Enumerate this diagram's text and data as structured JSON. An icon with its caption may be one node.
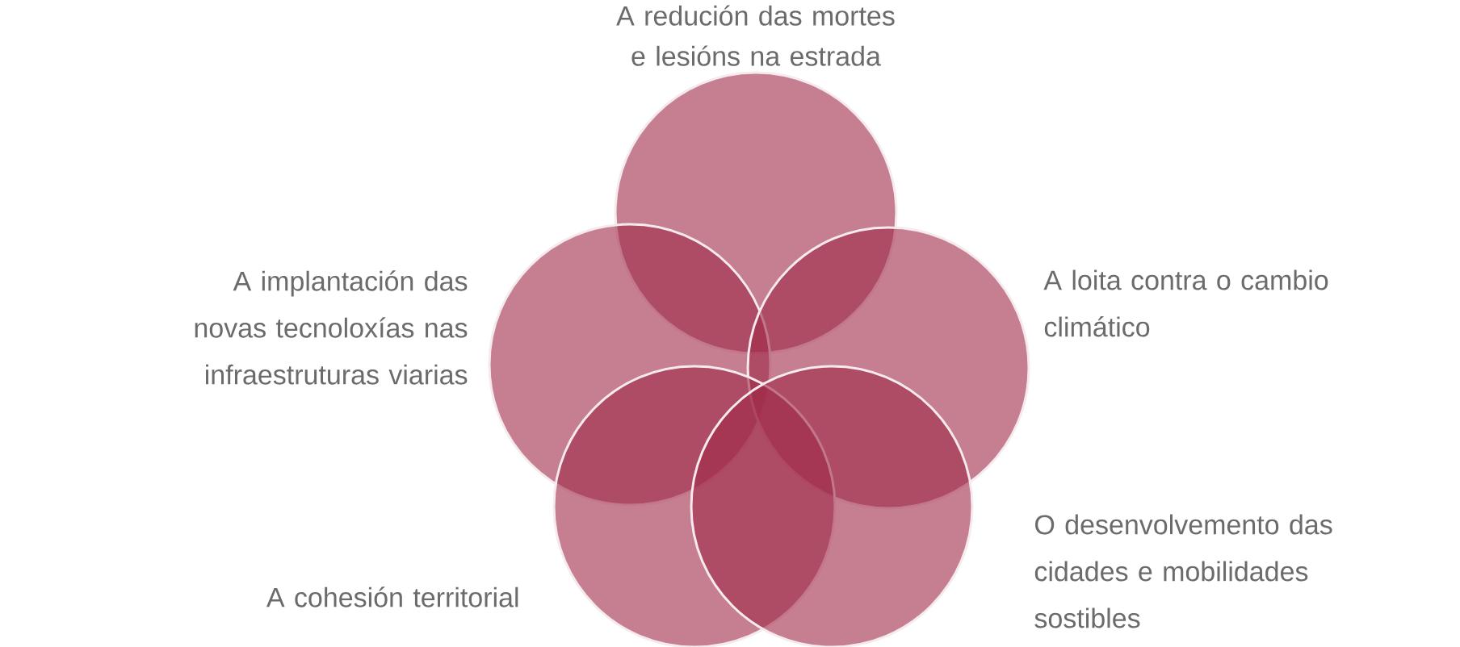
{
  "diagram": {
    "nodes": [
      {
        "text": [
          "A redución das mortes e lesións na estrada"
        ]
      },
      {
        "text": [
          "A implantación das novas tecnoloxías nas infraestruturas viarias"
        ]
      },
      {
        "text": [
          "A loita contra o cambio climático"
        ]
      },
      {
        "text": [
          "A cohesión territorial"
        ]
      },
      {
        "text": [
          "O desenvolvemento das cidades e mobilidades sostibles"
        ]
      }
    ]
  }
}
